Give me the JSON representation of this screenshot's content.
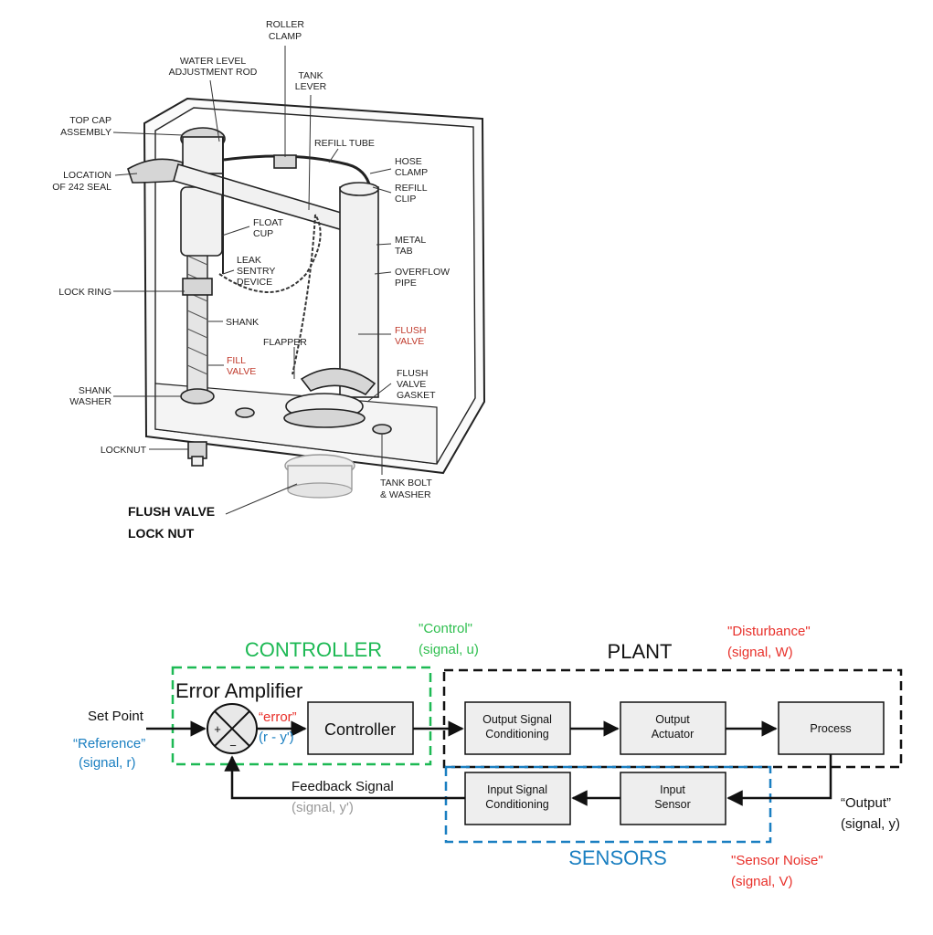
{
  "toilet": {
    "labels": [
      {
        "text": "ROLLER",
        "color": "dark"
      },
      {
        "text": "CLAMP",
        "color": "dark"
      },
      {
        "text": "WATER LEVEL",
        "color": "dark"
      },
      {
        "text": "ADJUSTMENT ROD",
        "color": "dark"
      },
      {
        "text": "TANK",
        "color": "dark"
      },
      {
        "text": "LEVER",
        "color": "dark"
      },
      {
        "text": "TOP CAP",
        "color": "dark"
      },
      {
        "text": "ASSEMBLY",
        "color": "dark"
      },
      {
        "text": "REFILL TUBE",
        "color": "dark"
      },
      {
        "text": "HOSE",
        "color": "dark"
      },
      {
        "text": "CLAMP",
        "color": "dark"
      },
      {
        "text": "LOCATION",
        "color": "dark"
      },
      {
        "text": "OF 242 SEAL",
        "color": "dark"
      },
      {
        "text": "REFILL",
        "color": "dark"
      },
      {
        "text": "CLIP",
        "color": "dark"
      },
      {
        "text": "FLOAT",
        "color": "dark"
      },
      {
        "text": "CUP",
        "color": "dark"
      },
      {
        "text": "METAL",
        "color": "dark"
      },
      {
        "text": "TAB",
        "color": "dark"
      },
      {
        "text": "LEAK",
        "color": "dark"
      },
      {
        "text": "SENTRY",
        "color": "dark"
      },
      {
        "text": "DEVICE",
        "color": "dark"
      },
      {
        "text": "OVERFLOW",
        "color": "dark"
      },
      {
        "text": "PIPE",
        "color": "dark"
      },
      {
        "text": "LOCK RING",
        "color": "dark"
      },
      {
        "text": "SHANK",
        "color": "dark"
      },
      {
        "text": "FLUSH",
        "color": "red"
      },
      {
        "text": "VALVE",
        "color": "red"
      },
      {
        "text": "FLAPPER",
        "color": "dark"
      },
      {
        "text": "FILL",
        "color": "red"
      },
      {
        "text": "VALVE",
        "color": "red"
      },
      {
        "text": "FLUSH",
        "color": "dark"
      },
      {
        "text": "VALVE",
        "color": "dark"
      },
      {
        "text": "GASKET",
        "color": "dark"
      },
      {
        "text": "SHANK",
        "color": "dark"
      },
      {
        "text": "WASHER",
        "color": "dark"
      },
      {
        "text": "LOCKNUT",
        "color": "dark"
      },
      {
        "text": "TANK BOLT",
        "color": "dark"
      },
      {
        "text": "& WASHER",
        "color": "dark"
      }
    ],
    "caption_line1": "FLUSH VALVE",
    "caption_line2": "LOCK NUT"
  },
  "block_diagram": {
    "controller_title": "CONTROLLER",
    "plant_title": "PLANT",
    "sensors_title": "SENSORS",
    "error_amplifier": "Error Amplifier",
    "sum_plus": "+",
    "sum_minus": "−",
    "set_point": "Set Point",
    "reference": "“Reference”",
    "reference_signal": "(signal, r)",
    "error": "“error”",
    "error_expr": "(r - y')",
    "control": "\"Control\"",
    "control_signal": "(signal, u)",
    "disturbance": "\"Disturbance\"",
    "disturbance_signal": "(signal, W)",
    "feedback": "Feedback Signal",
    "feedback_signal": "(signal, y')",
    "output": "“Output”",
    "output_signal": "(signal, y)",
    "sensor_noise": "\"Sensor Noise\"",
    "sensor_noise_signal": "(signal, V)",
    "blocks": {
      "controller": "Controller",
      "out_cond_1": "Output Signal",
      "out_cond_2": "Conditioning",
      "actuator_1": "Output",
      "actuator_2": "Actuator",
      "process": "Process",
      "in_cond_1": "Input Signal",
      "in_cond_2": "Conditioning",
      "sensor_1": "Input",
      "sensor_2": "Sensor"
    },
    "colors": {
      "controller": "#1db954",
      "sensors": "#1a7fc1",
      "red": "#e8302a",
      "grey": "#999999",
      "control_green": "#2fbf4f"
    }
  }
}
